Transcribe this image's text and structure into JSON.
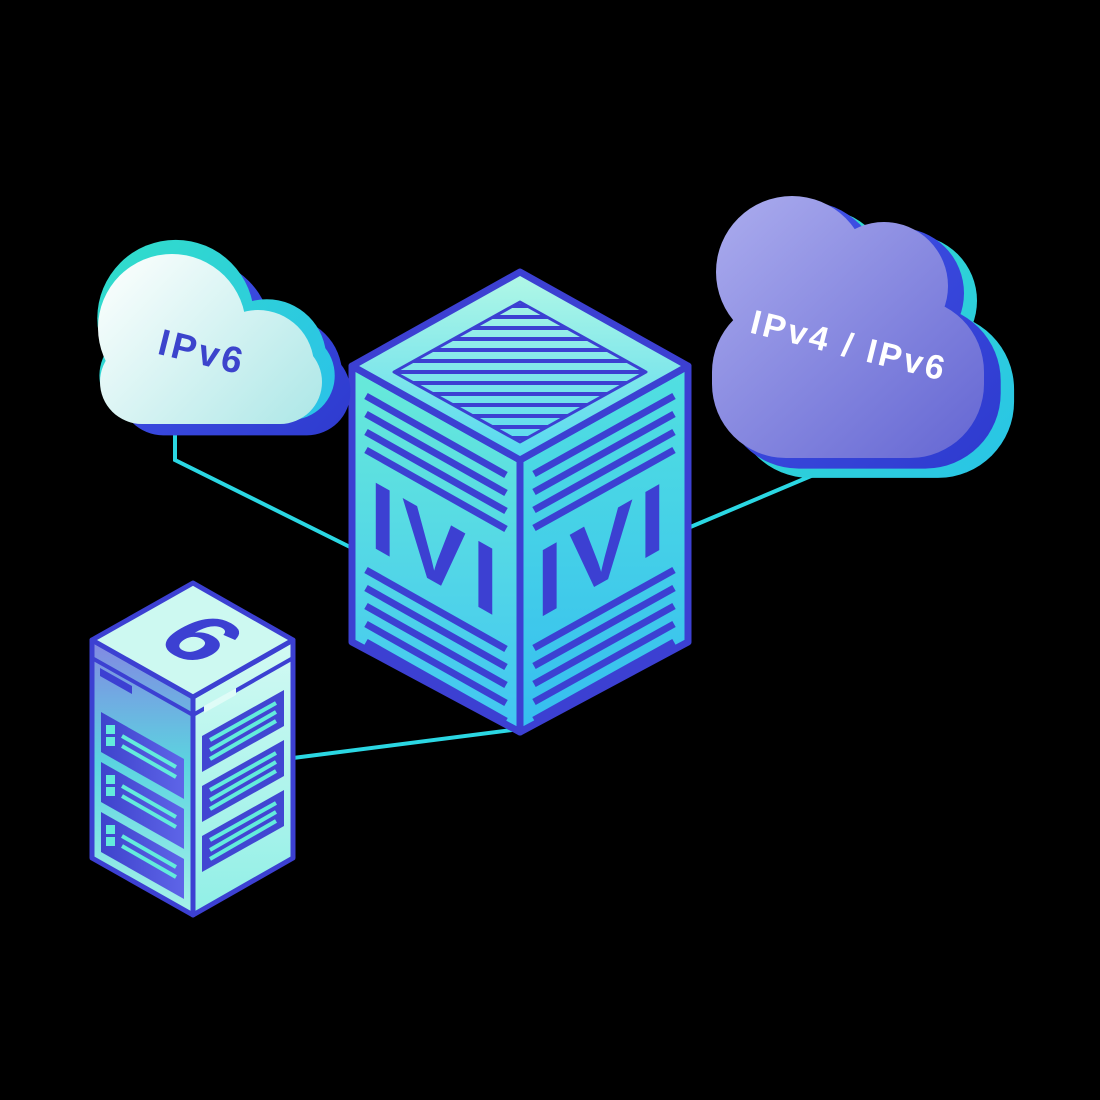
{
  "illustration": {
    "background_color": "#000000",
    "ipv6_cloud": {
      "label": "IPv6",
      "label_color": "#3c44cc",
      "body_color": "#eafaf7"
    },
    "ipv4_ipv6_cloud": {
      "label": "IPv4 / IPv6",
      "label_color": "#ffffff",
      "body_color": "#8487e0"
    },
    "ivi_box": {
      "left_label": "IVI",
      "right_label": "IVI",
      "face_color": "#4fd9e6",
      "stripe_color": "#3c40d2"
    },
    "server": {
      "label": "6"
    },
    "colors": {
      "connection_line": "#2bd7e3",
      "outline_indigo": "#3c40d2",
      "teal_accent": "#2edbc9",
      "blue_accent": "#3a4ce2"
    }
  }
}
